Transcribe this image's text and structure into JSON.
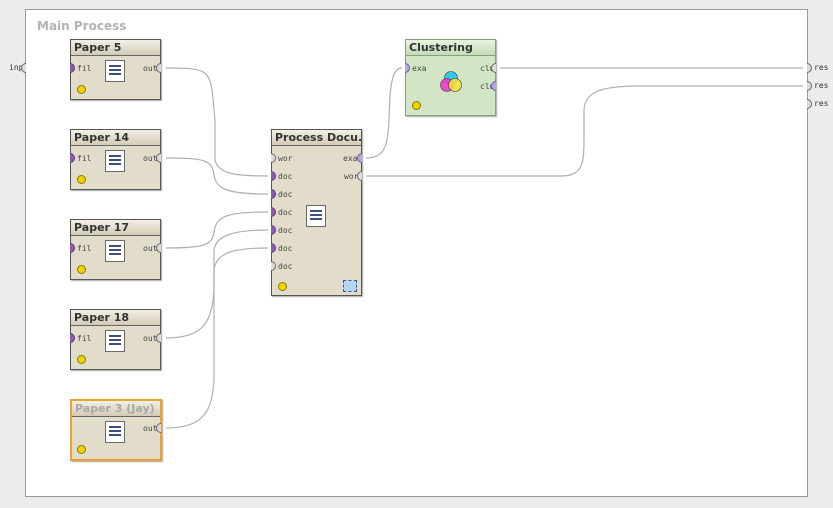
{
  "process": {
    "title": "Main Process"
  },
  "left_ports": [
    {
      "label": "inp"
    }
  ],
  "right_ports": [
    {
      "label": "res"
    },
    {
      "label": "res"
    },
    {
      "label": "res"
    }
  ],
  "operators": {
    "paper5": {
      "title": "Paper 5",
      "in_port": "fil",
      "out_port": "out"
    },
    "paper14": {
      "title": "Paper 14",
      "in_port": "fil",
      "out_port": "out"
    },
    "paper17": {
      "title": "Paper 17",
      "in_port": "fil",
      "out_port": "out"
    },
    "paper18": {
      "title": "Paper 18",
      "in_port": "fil",
      "out_port": "out"
    },
    "paper3": {
      "title": "Paper 3 (Jay)",
      "out_port": "out"
    },
    "process_documents": {
      "title": "Process Docu...",
      "in_ports": [
        "wor",
        "doc",
        "doc",
        "doc",
        "doc",
        "doc",
        "doc"
      ],
      "out_ports": [
        "exa",
        "wor"
      ]
    },
    "clustering": {
      "title": "Clustering",
      "in_ports": [
        "exa"
      ],
      "out_ports": [
        "clu",
        "clu"
      ]
    }
  },
  "colors": {
    "operator_bg": "#e2dccb",
    "clustering_bg": "#d2e6c6",
    "selected_border": "#f0a030",
    "connected_port": "#8e5bb5",
    "status_ok": "#f0d400"
  },
  "icons": {
    "read_document": "document-icon",
    "clustering": "venn-cluster-icon",
    "subprocess": "subprocess-icon"
  }
}
